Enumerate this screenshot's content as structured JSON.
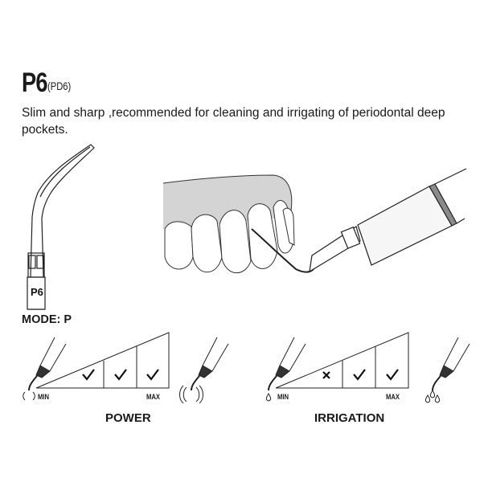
{
  "product": {
    "name": "P6",
    "alt_name": "(PD6)",
    "description": "Slim and sharp ,recommended for cleaning and irrigating of periodontal deep pockets.",
    "tip_label": "P6"
  },
  "mode": "MODE: P",
  "power": {
    "title": "POWER",
    "min_label": "MIN",
    "max_label": "MAX",
    "levels": [
      "check",
      "check",
      "check"
    ]
  },
  "irrigation": {
    "title": "IRRIGATION",
    "min_label": "MIN",
    "max_label": "MAX",
    "levels": [
      "cross",
      "check",
      "check"
    ]
  },
  "colors": {
    "ink": "#1a1a1a",
    "gum": "#d4d4d4",
    "handpiece_band": "#8a8a8a"
  }
}
